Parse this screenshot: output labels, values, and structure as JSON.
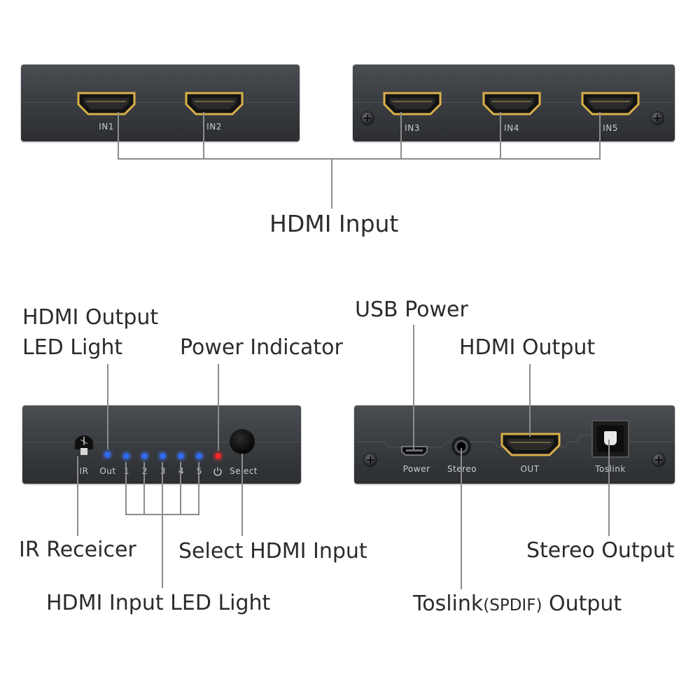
{
  "top": {
    "ports": [
      "IN1",
      "IN2",
      "IN3",
      "IN4",
      "IN5"
    ],
    "callout": "HDMI Input"
  },
  "front_panel": {
    "labels": {
      "ir": "IR",
      "out": "Out",
      "led_numbers": [
        "1",
        "2",
        "3",
        "4",
        "5"
      ],
      "select": "Select"
    },
    "callouts": {
      "hdmi_output_led_line1": "HDMI Output",
      "hdmi_output_led_line2": "LED Light",
      "power_indicator": "Power Indicator",
      "ir_receiver": "IR Receicer",
      "select_hdmi_input": "Select HDMI Input",
      "hdmi_input_led": "HDMI Input LED Light"
    }
  },
  "rear_panel": {
    "labels": {
      "power": "Power",
      "stereo": "Stereo",
      "out": "OUT",
      "toslink": "Toslink"
    },
    "callouts": {
      "usb_power": "USB Power",
      "hdmi_output": "HDMI Output",
      "stereo_output": "Stereo Output",
      "toslink_main": "Toslink",
      "toslink_paren": "(SPDIF)",
      "toslink_tail": " Output"
    }
  },
  "colors": {
    "device_body": "#3b3e42",
    "hdmi_gold": "#d9b04a",
    "led_blue": "#2e6cff",
    "led_red": "#ff2a2a",
    "leader_line": "#8c8c8c",
    "callout_text": "#2b2b2b"
  }
}
